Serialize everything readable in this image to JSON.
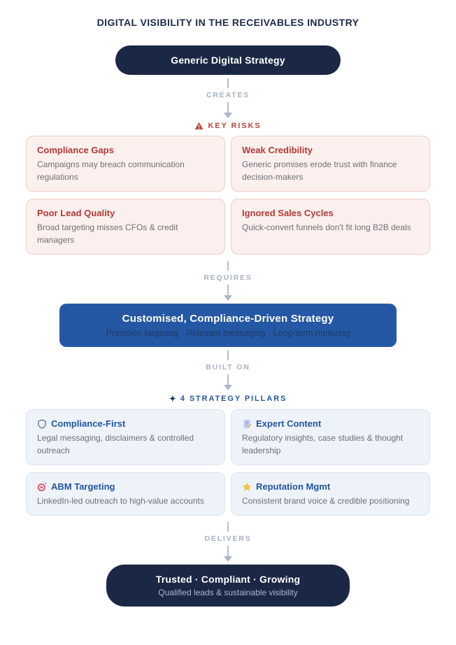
{
  "title": "DIGITAL VISIBILITY IN THE RECEIVABLES INDUSTRY",
  "top_pill": {
    "label": "Generic Digital Strategy"
  },
  "connectors": {
    "creates": "CREATES",
    "requires": "REQUIRES",
    "built_on": "BUILT ON",
    "delivers": "DELIVERS"
  },
  "risks": {
    "heading": "KEY RISKS",
    "heading_icon": "warning-icon",
    "items": [
      {
        "title": "Compliance Gaps",
        "desc": "Campaigns may breach communication regulations"
      },
      {
        "title": "Weak Credibility",
        "desc": "Generic promises erode trust with finance decision-makers"
      },
      {
        "title": "Poor Lead Quality",
        "desc": "Broad targeting misses CFOs & credit managers"
      },
      {
        "title": "Ignored Sales Cycles",
        "desc": "Quick-convert funnels don't fit long B2B deals"
      }
    ]
  },
  "strategy": {
    "title": "Customised, Compliance-Driven Strategy",
    "subtitle": "Precision targeting · Relevant messaging · Long-term nurturing"
  },
  "pillars": {
    "heading": "4 STRATEGY PILLARS",
    "heading_icon": "sparkle-icon",
    "heading_icon_glyph": "✦",
    "items": [
      {
        "icon": "shield-icon",
        "title": "Compliance-First",
        "desc": "Legal messaging, disclaimers & controlled outreach"
      },
      {
        "icon": "memo-icon",
        "title": "Expert Content",
        "desc": "Regulatory insights, case studies & thought leadership"
      },
      {
        "icon": "target-icon",
        "title": "ABM Targeting",
        "desc": "LinkedIn-led outreach to high-value accounts"
      },
      {
        "icon": "star-icon",
        "title": "Reputation Mgmt",
        "desc": "Consistent brand voice & credible positioning"
      }
    ]
  },
  "outcome": {
    "title": "Trusted · Compliant · Growing",
    "subtitle": "Qualified leads & sustainable visibility"
  },
  "colors": {
    "navy": "#1a2845",
    "blue": "#2558a4",
    "risk_red": "#b23a36",
    "risk_heading_red": "#c1453d",
    "risk_card_bg": "#fcf0ee",
    "risk_card_border": "#f0cdc6",
    "pillar_card_bg": "#eef3fa",
    "pillar_card_border": "#d8e3f2",
    "body_gray": "#6e6e75",
    "arrow_gray": "#a9b6c8",
    "star_yellow": "#f5c242",
    "target_red": "#e8506b",
    "pencil_orange": "#f59b31"
  }
}
